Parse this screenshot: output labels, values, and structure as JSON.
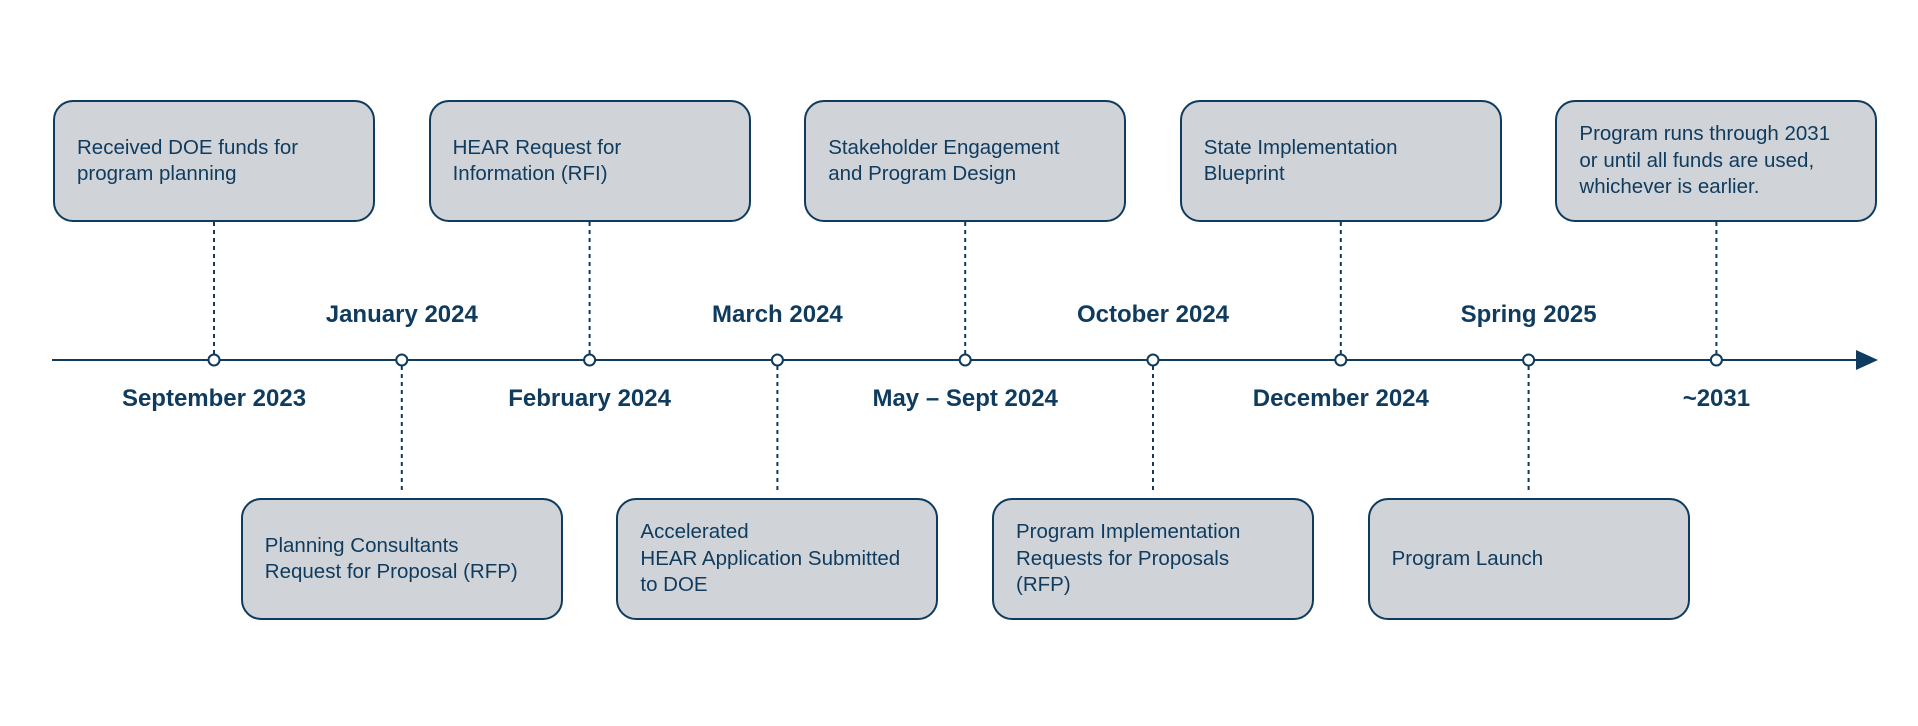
{
  "colors": {
    "accent": "#0e3b5e",
    "card_fill": "#d0d3d8",
    "background": "#ffffff"
  },
  "timeline": {
    "milestones": [
      {
        "date": "September 2023",
        "side": "above",
        "text": "Received DOE funds for\nprogram planning"
      },
      {
        "date": "January 2024",
        "side": "below",
        "text": "Planning Consultants\nRequest for Proposal (RFP)"
      },
      {
        "date": "February 2024",
        "side": "above",
        "text": "HEAR Request for\nInformation (RFI)"
      },
      {
        "date": "March 2024",
        "side": "below",
        "text": "Accelerated\nHEAR Application Submitted\nto DOE"
      },
      {
        "date": "May – Sept 2024",
        "side": "above",
        "text": "Stakeholder Engagement\nand Program Design"
      },
      {
        "date": "October 2024",
        "side": "below",
        "text": "Program Implementation\nRequests for Proposals\n(RFP)"
      },
      {
        "date": "December 2024",
        "side": "above",
        "text": "State Implementation\nBlueprint"
      },
      {
        "date": "Spring 2025",
        "side": "below",
        "text": "Program Launch"
      },
      {
        "date": "~2031",
        "side": "above",
        "text": "Program runs through 2031\nor until all funds are used,\nwhichever is earlier."
      }
    ]
  }
}
